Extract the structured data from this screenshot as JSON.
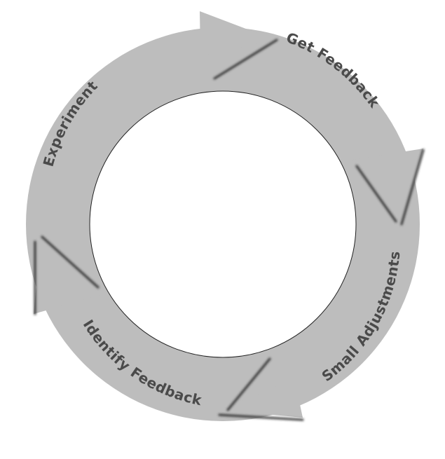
{
  "diagram": {
    "type": "cycle",
    "stages": [
      {
        "label": "Get Feedback"
      },
      {
        "label": "Small Adjustments"
      },
      {
        "label": "Identify Feedback"
      },
      {
        "label": "Experiment"
      }
    ],
    "colors": {
      "ring": "#bdbdbd",
      "label": "#4a4a4a",
      "center_fill": "#ffffff",
      "center_stroke": "#222222",
      "arrow_shadow": "#333333"
    }
  }
}
